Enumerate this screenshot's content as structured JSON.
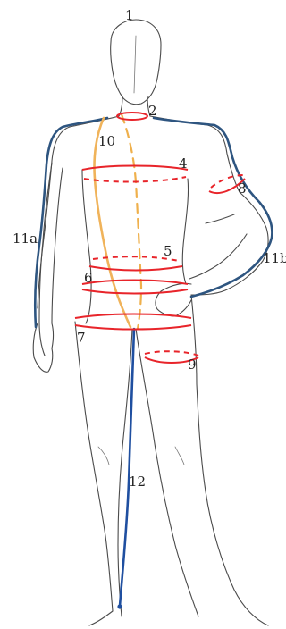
{
  "labels": {
    "l1": "1",
    "l2": "2",
    "l4": "4",
    "l5": "5",
    "l6": "6",
    "l7": "7",
    "l8": "8",
    "l9": "9",
    "l10": "10",
    "l11a": "11a",
    "l11b": "11b",
    "l12": "12"
  },
  "colors": {
    "girth": "#e8242a",
    "arm_length": "#2e5580",
    "back_length": "#f0b35a",
    "front_length": "#efb04c",
    "inseam": "#1f4fa0",
    "outline": "#4a4a4a"
  }
}
